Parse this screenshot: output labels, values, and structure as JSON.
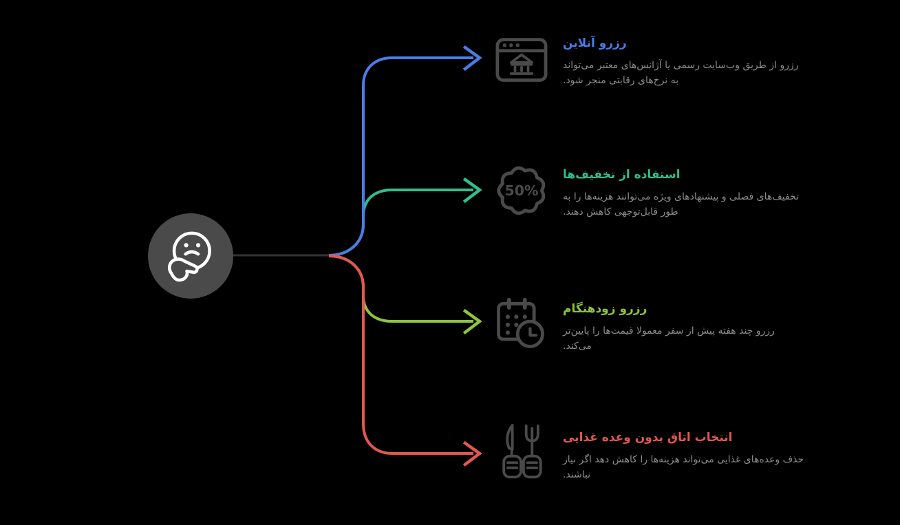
{
  "background": "#000000",
  "stem_color": "#333333",
  "icon_color": "#4a4a4a",
  "description_color": "#8c8c8c",
  "center_node": {
    "icon": "thinking-face",
    "circle_color": "#4a4a4a",
    "icon_color": "#ffffff"
  },
  "items": [
    {
      "title": "رزرو آنلاین",
      "description": "رزرو از طریق وب‌سایت رسمی یا آژانس‌های معتبر می‌تواند به نرخ‌های رقابتی منجر شود.",
      "color": "#4a7de4",
      "icon": "browser-bank"
    },
    {
      "title": "استفاده از تخفیف‌ها",
      "description": "تخفیف‌های فصلی و پیشنهادهای ویژه می‌توانند هزینه‌ها را به طور قابل‌توجهی کاهش دهند.",
      "color": "#2fbf8e",
      "icon": "discount-badge",
      "badge_label": "50%"
    },
    {
      "title": "رزرو زودهنگام",
      "description": "رزرو چند هفته پیش از سفر معمولا قیمت‌ها را پایین‌تر می‌کند.",
      "color": "#8fc43d",
      "icon": "calendar-clock"
    },
    {
      "title": "انتخاب اتاق بدون وعده غذایی",
      "description": "حذف وعده‌های غذایی می‌تواند هزینه‌ها را کاهش دهد اگر نیاز نباشند.",
      "color": "#e2584f",
      "icon": "knife-fork"
    }
  ]
}
